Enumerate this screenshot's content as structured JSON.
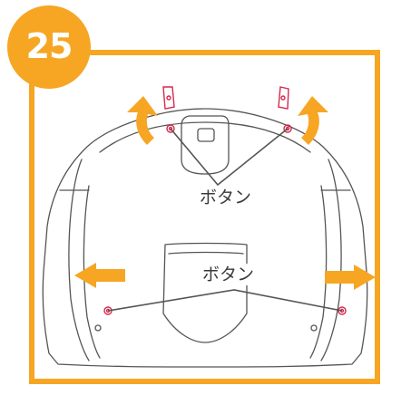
{
  "step": {
    "number": "25"
  },
  "labels": {
    "top_button": "ボタン",
    "bottom_button": "ボタン"
  },
  "colors": {
    "accent": "#f6a623",
    "outline": "#555555",
    "snap": "#d6284c",
    "leader": "#555555"
  },
  "icons": [
    "curved-arrow-icon",
    "straight-arrow-icon",
    "snap-button-icon"
  ]
}
